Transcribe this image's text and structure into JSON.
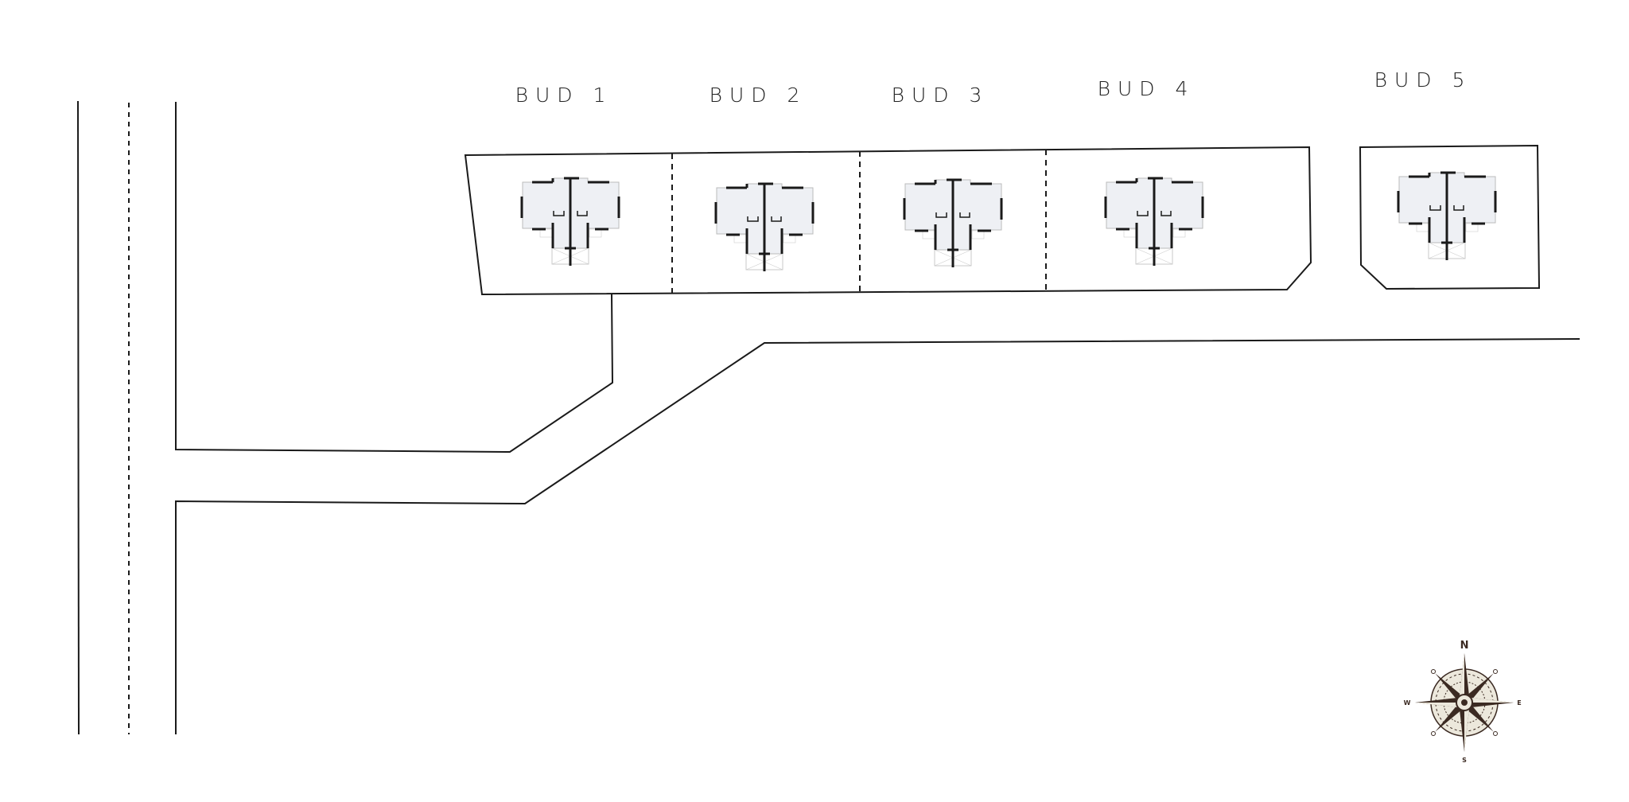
{
  "buildings": [
    {
      "label": "BUD 1"
    },
    {
      "label": "BUD 2"
    },
    {
      "label": "BUD 3"
    },
    {
      "label": "BUD 4"
    },
    {
      "label": "BUD 5"
    }
  ],
  "compass": {
    "n": "N",
    "s": "S",
    "e": "E",
    "w": "W"
  },
  "colors": {
    "line": "#1a1a1a",
    "house_fill": "#eef0f4",
    "compass_dark": "#3b2a22",
    "compass_light": "#ece8dc"
  }
}
